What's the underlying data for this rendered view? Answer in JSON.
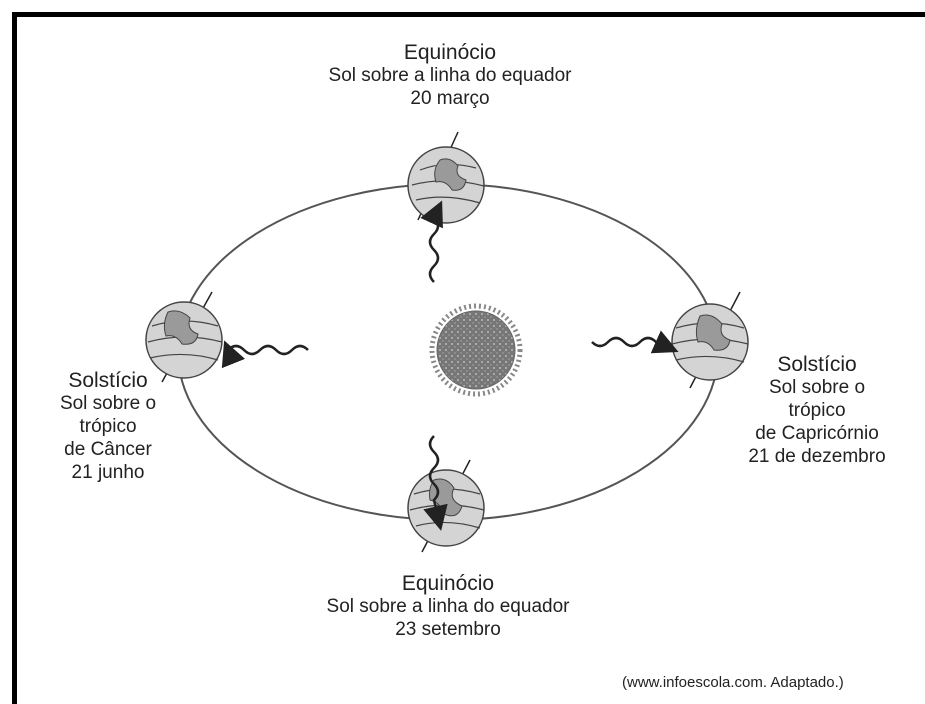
{
  "top": {
    "title": "Equinócio",
    "line1": "Sol sobre a linha do equador",
    "date": "20 março"
  },
  "bottom": {
    "title": "Equinócio",
    "line1": "Sol sobre a linha do equador",
    "date": "23 setembro"
  },
  "left": {
    "title": "Solstício",
    "line1": "Sol sobre o",
    "line2": "trópico",
    "line3": "de Câncer",
    "date": "21 junho"
  },
  "right": {
    "title": "Solstício",
    "line1": "Sol sobre o",
    "line2": "trópico",
    "line3": "de Capricórnio",
    "date": "21 de dezembro"
  },
  "source": "(www.infoescola.com. Adaptado.)",
  "colors": {
    "frame": "#000000",
    "orbit": "#555555",
    "sun": "#777777",
    "earth": "#cfcfcf"
  }
}
